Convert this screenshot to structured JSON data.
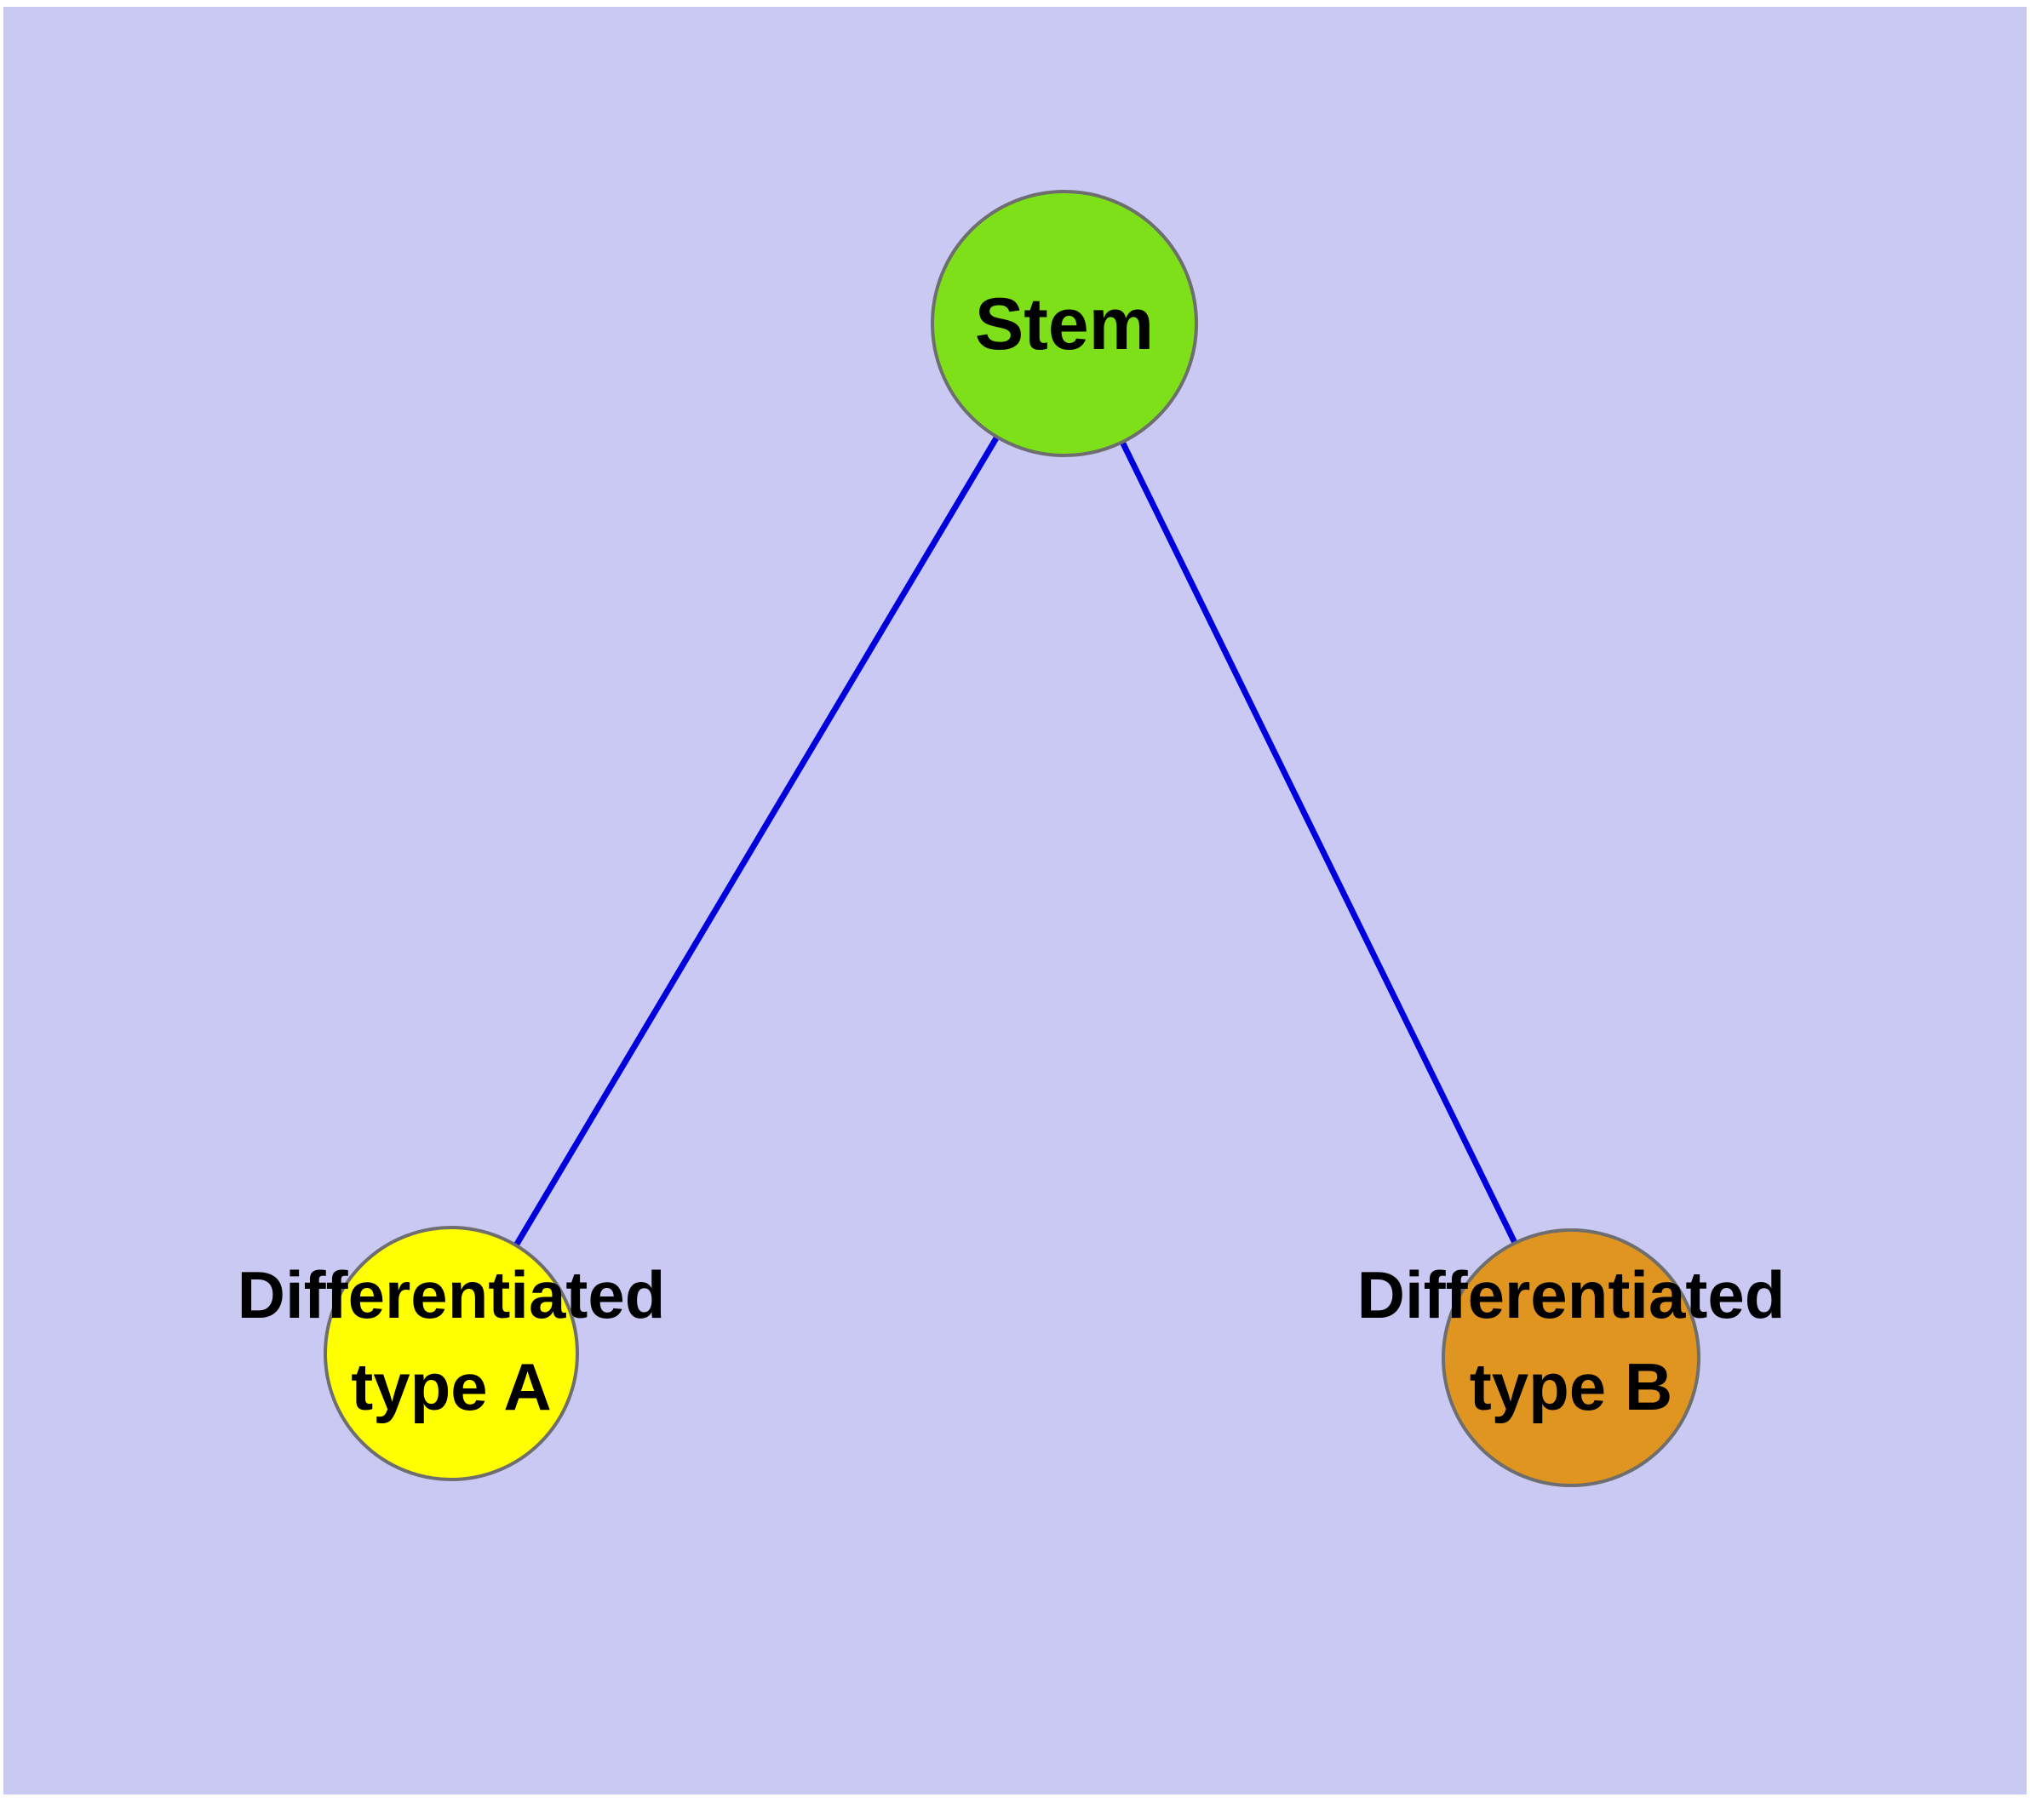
{
  "colors": {
    "background": "#c9c9f4",
    "edge": "#0000dd",
    "node_stroke": "#6e6e6e",
    "label": "#000000"
  },
  "nodes": {
    "stem": {
      "label": "Stem",
      "fill": "#7de018"
    },
    "typeA": {
      "lines": [
        "Differentiated",
        "type A"
      ],
      "label": "Differentiated type A",
      "fill": "#ffff00"
    },
    "typeB": {
      "lines": [
        "Differentiated",
        "type B"
      ],
      "label": "Differentiated type B",
      "fill": "#df951f"
    }
  },
  "edges": [
    {
      "from": "stem",
      "to": "typeA"
    },
    {
      "from": "stem",
      "to": "typeB"
    }
  ]
}
